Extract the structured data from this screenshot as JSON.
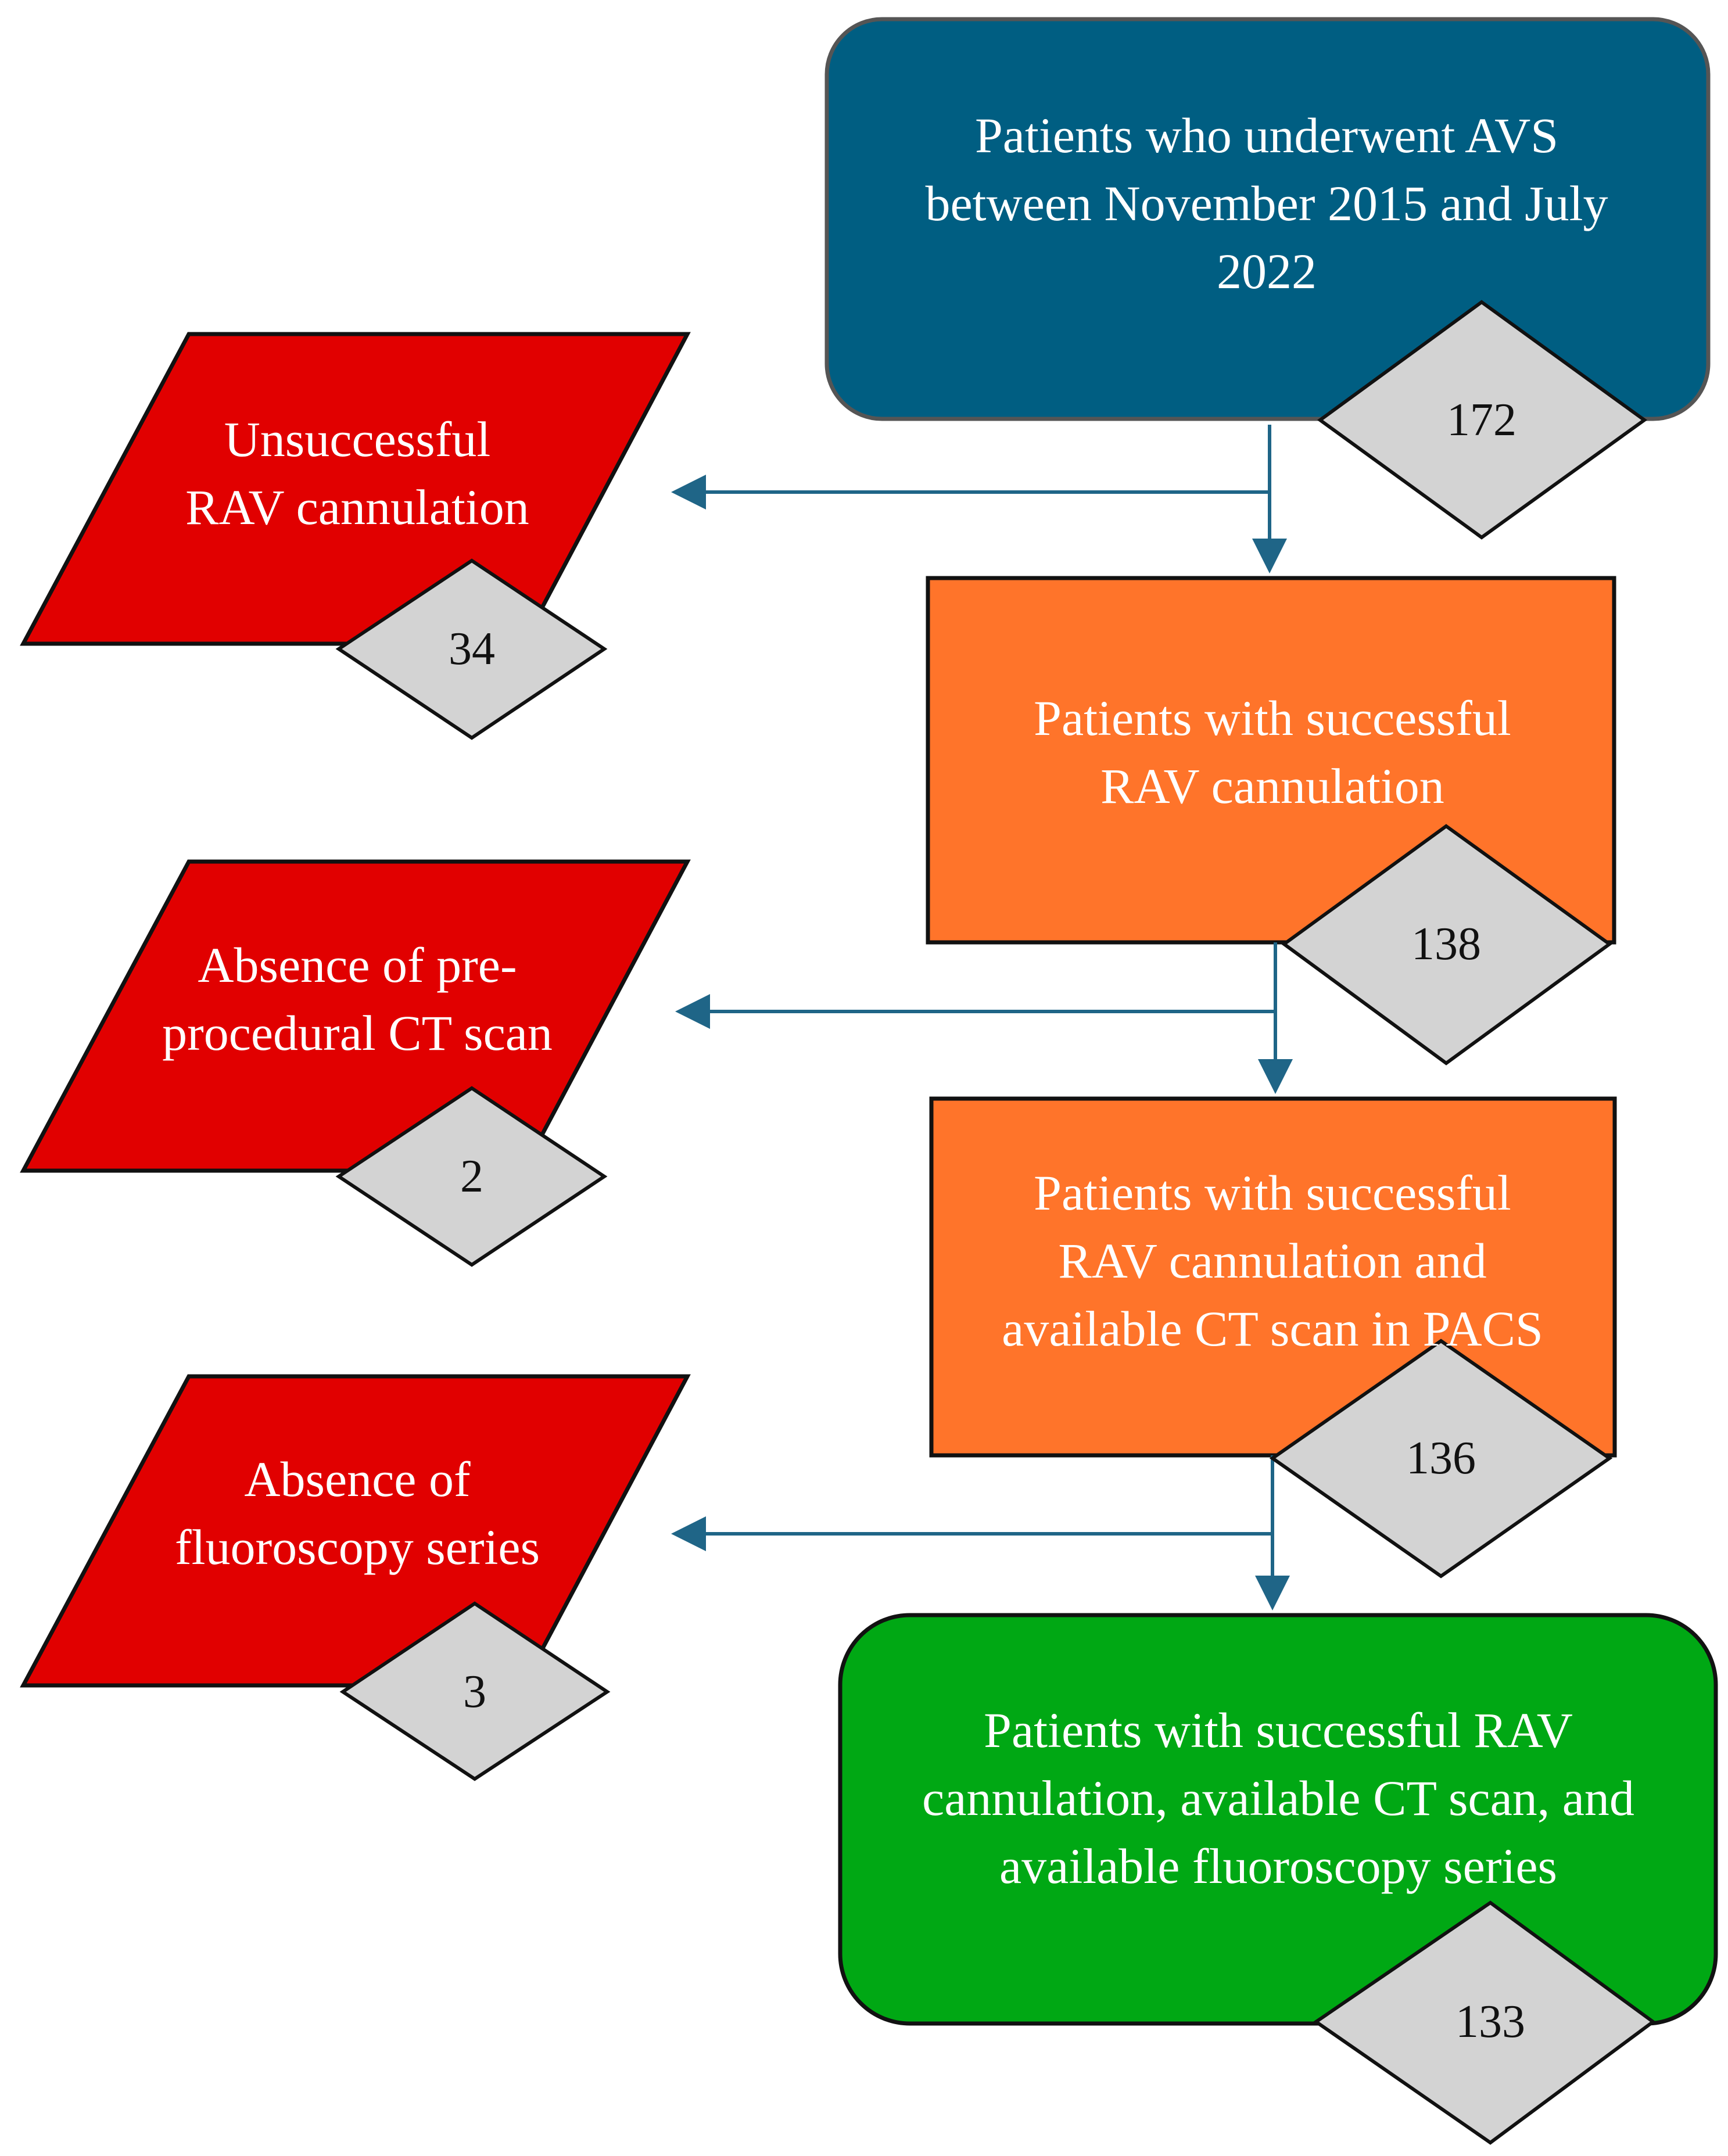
{
  "colors": {
    "start": "#005E82",
    "step": "#FF742A",
    "excluded": "#E10000",
    "final": "#00A814",
    "count_badge": "#D3D3D3",
    "arrow": "#1F6587",
    "outline": "#111111"
  },
  "nodes": {
    "start": {
      "label": "Patients who underwent AVS\nbetween November 2015 and July\n2022",
      "count": "172"
    },
    "step1": {
      "label": "Patients with successful\nRAV cannulation",
      "count": "138"
    },
    "step2": {
      "label": "Patients with successful\nRAV cannulation and\navailable CT scan in PACS",
      "count": "136"
    },
    "final": {
      "label": "Patients with successful RAV\ncannulation, available CT scan, and\navailable fluoroscopy series",
      "count": "133"
    }
  },
  "exclusions": [
    {
      "label": "Unsuccessful\nRAV cannulation",
      "count": "34"
    },
    {
      "label": "Absence of pre-\nprocedural CT scan",
      "count": "2"
    },
    {
      "label": "Absence of\nfluoroscopy series",
      "count": "3"
    }
  ]
}
